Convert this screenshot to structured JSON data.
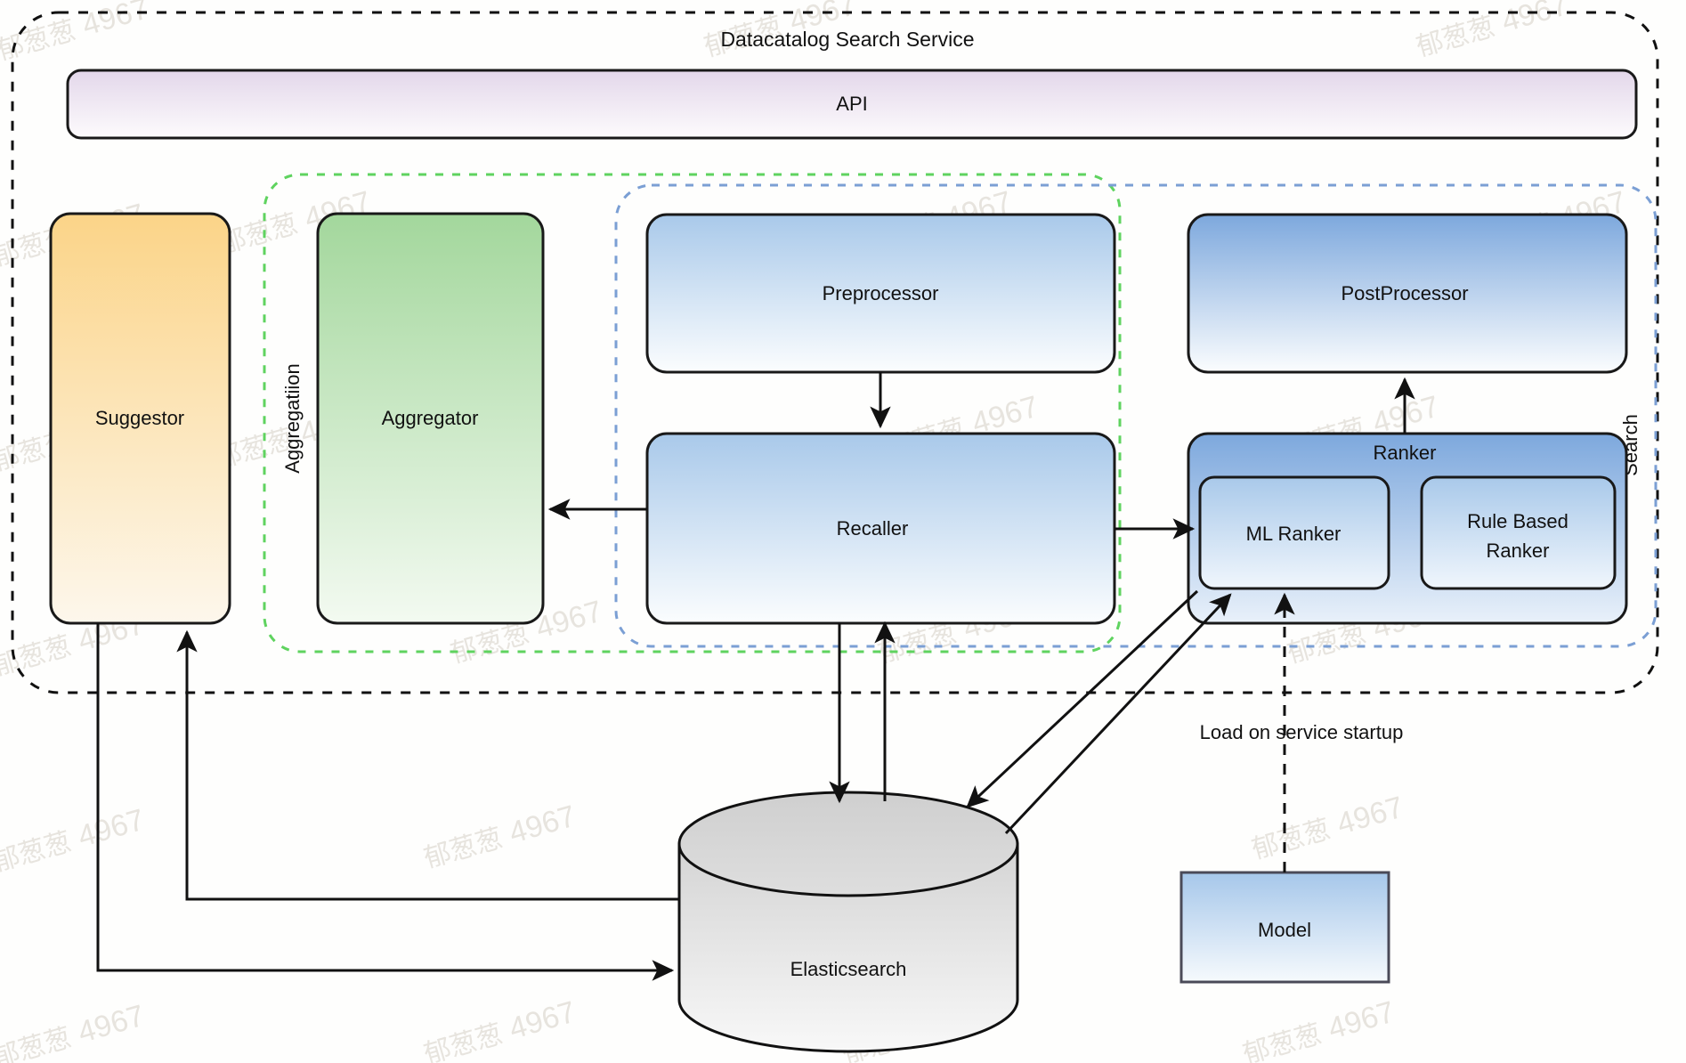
{
  "diagram": {
    "title": "Datacatalog Search Service",
    "api": {
      "label": "API"
    },
    "groups": {
      "aggregation": {
        "label": "Aggregatiion",
        "color": "#5fd35f"
      },
      "search": {
        "label": "Search",
        "color": "#7b9fd4"
      },
      "service": {
        "color": "#000000"
      }
    },
    "nodes": {
      "suggestor": {
        "label": "Suggestor",
        "color_top": "#fcd98a",
        "color_bottom": "#fdf6e8"
      },
      "aggregator": {
        "label": "Aggregator",
        "color_top": "#a7d9a0",
        "color_bottom": "#f2faf0"
      },
      "preprocessor": {
        "label": "Preprocessor",
        "color_top": "#aac8e8",
        "color_bottom": "#fafcfe"
      },
      "recaller": {
        "label": "Recaller",
        "color_top": "#aac8e8",
        "color_bottom": "#fafcfe"
      },
      "postprocessor": {
        "label": "PostProcessor",
        "color_top": "#7fa9dd",
        "color_bottom": "#fafcfe"
      },
      "ranker": {
        "label": "Ranker",
        "color_top": "#7fa9dd",
        "color_bottom": "#eaf2fb"
      },
      "ml_ranker": {
        "label": "ML Ranker",
        "color_top": "#aac8e8",
        "color_bottom": "#eff5fc"
      },
      "rule_based_ranker": {
        "label_line1": "Rule Based",
        "label_line2": "Ranker",
        "color_top": "#aac8e8",
        "color_bottom": "#eff5fc"
      },
      "elasticsearch": {
        "label": "Elasticsearch",
        "color_top": "#cfcfcf",
        "color_bottom": "#f7f7f7"
      },
      "model": {
        "label": "Model",
        "color_top": "#a9c8ea",
        "color_bottom": "#f4f9fd"
      }
    },
    "edges": {
      "load_on_startup": {
        "label": "Load on service startup",
        "style": "dashed"
      }
    },
    "watermarks": {
      "text": "郁葱葱",
      "number": "4967"
    }
  }
}
